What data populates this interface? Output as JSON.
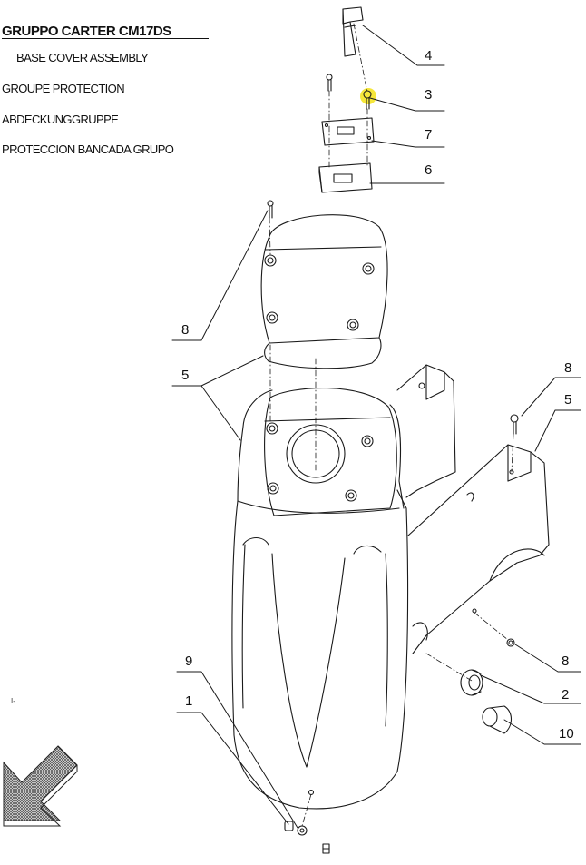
{
  "header": {
    "title": "GRUPPO CARTER CM17DS",
    "subtitles": [
      "BASE COVER ASSEMBLY",
      "GROUPE PROTECTION",
      "ABDECKUNGGRUPPE",
      "PROTECCION BANCADA GRUPO"
    ]
  },
  "callouts": [
    "4",
    "3",
    "7",
    "6",
    "8",
    "5",
    "8",
    "5",
    "8",
    "2",
    "10",
    "9",
    "1"
  ],
  "marker": "I-",
  "colors": {
    "line": "#1a1a1a",
    "highlight": "#f5e63a",
    "arrow_hatch": "#555555"
  },
  "icons": [
    "direction-arrow-icon"
  ]
}
